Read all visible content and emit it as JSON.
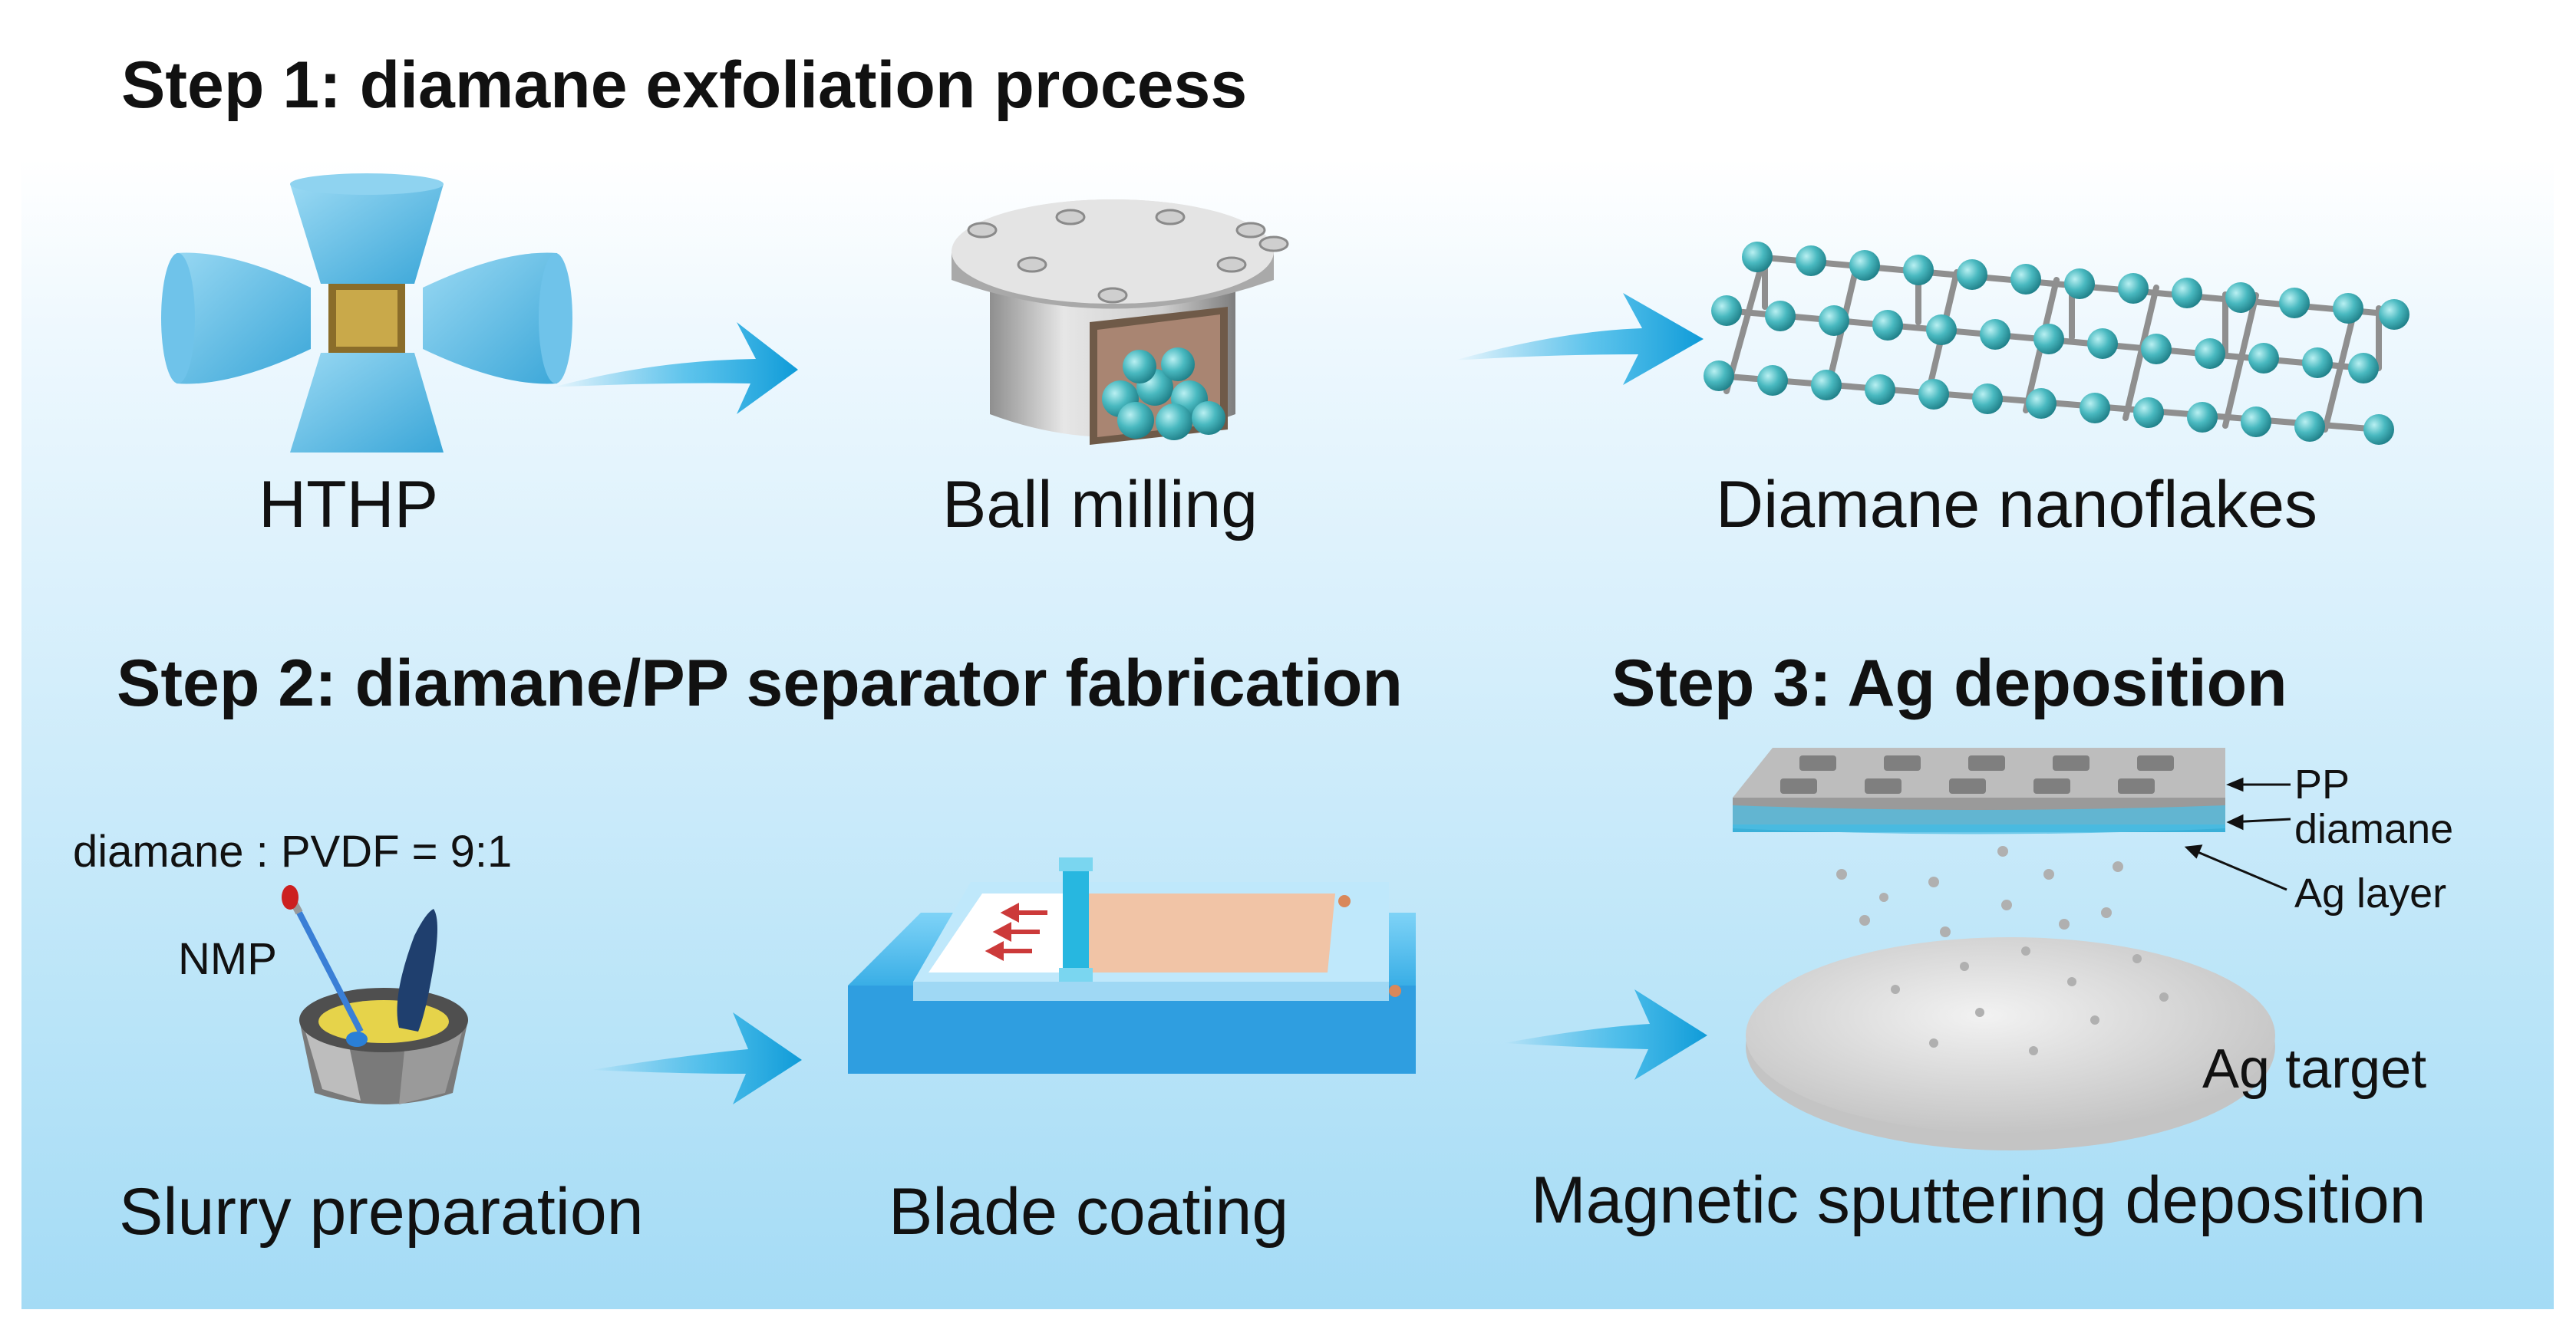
{
  "titles": {
    "step1": "Step 1: diamane exfoliation process",
    "step2": "Step 2: diamane/PP separator fabrication",
    "step3": "Step 3:  Ag deposition"
  },
  "labels": {
    "hthp": "HTHP",
    "ball_milling": "Ball milling",
    "nanoflakes": "Diamane nanoflakes",
    "slurry": "Slurry preparation",
    "blade": "Blade coating",
    "sputter": "Magnetic sputtering deposition"
  },
  "annotations": {
    "ratio": "diamane : PVDF = 9:1",
    "nmp": "NMP",
    "pp": "PP",
    "diamane": "diamane",
    "ag_layer": "Ag layer",
    "ag_target": "Ag target"
  },
  "colors": {
    "arrow": "#1aa6e0",
    "anvil": "#5bbde6",
    "atom": "#3fb0b8",
    "metal": "#c8c8c8",
    "coater": "#3aa8e8"
  }
}
